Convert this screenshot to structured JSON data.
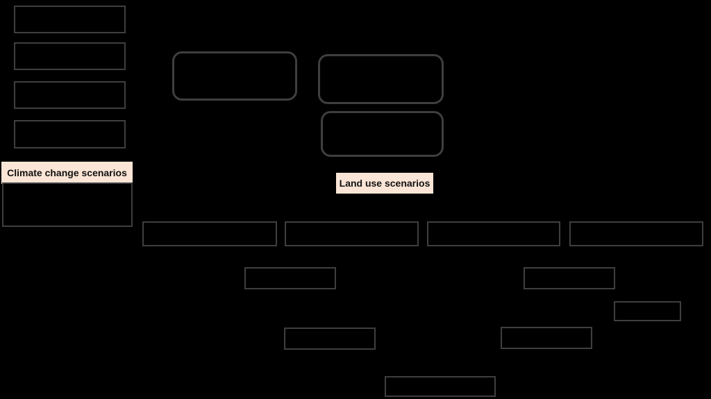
{
  "diagram": {
    "kind": "flowchart",
    "background_color": "#000000",
    "box_border_color": "#3f3f3f",
    "label_background_color": "#fbe5d6",
    "label_text_color": "#111111",
    "labels": {
      "climate_scenarios": "Climate change scenarios",
      "land_use_scenarios": "Land use scenarios"
    }
  }
}
